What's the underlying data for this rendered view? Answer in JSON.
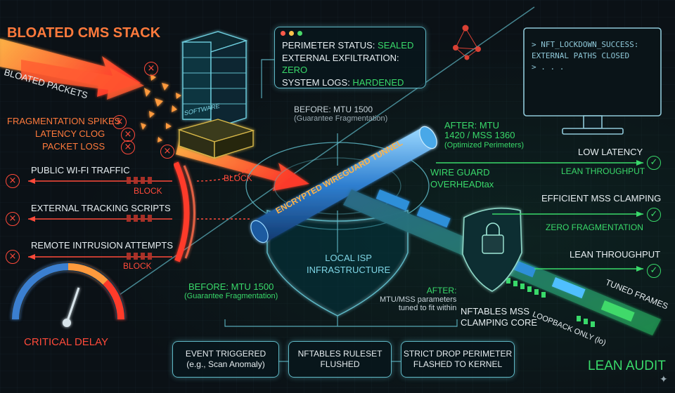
{
  "header": {
    "title": "BLOATED CMS STACK"
  },
  "left_labels": {
    "bloated_packets": "BLOATED PACKETS",
    "fragmentation_spikes": "FRAGMENTATION SPIKES",
    "latency_clog": "LATENCY CLOG",
    "packet_loss": "PACKET LOSS"
  },
  "threats": [
    {
      "label": "PUBLIC WI-FI TRAFFIC",
      "block": "BLOCK"
    },
    {
      "label": "EXTERNAL TRACKING SCRIPTS",
      "block": ""
    },
    {
      "label": "REMOTE INTRUSION ATTEMPTS",
      "block": "BLOCK"
    }
  ],
  "block_mid": "BLOCK",
  "server_label": "SOFTWARE",
  "status_panel": {
    "lines": [
      {
        "key": "PERIMETER STATUS: ",
        "value": "SEALED"
      },
      {
        "key": "EXTERNAL EXFILTRATION: ",
        "value": "ZERO"
      },
      {
        "key": "SYSTEM LOGS: ",
        "value": "HARDENED"
      }
    ]
  },
  "terminal": {
    "line1": "> NFT_LOCKDOWN_SUCCESS:",
    "line2": "  EXTERNAL PATHS CLOSED",
    "line3": "> . . ."
  },
  "mtu_before_top": {
    "line1": "BEFORE: MTU 1500",
    "line2": "(Guarantee Fragmentation)"
  },
  "mtu_after_top": {
    "line1": "AFTER: MTU",
    "line2": "1420 / MSS 1360",
    "line3": "(Optimized Perimeters)"
  },
  "tunnel_label": "ENCRYPTED WIREGUARD TUNNEL",
  "wireguard": {
    "line1": "WIRE GUARD",
    "line2": "OVERHEADtax"
  },
  "local_isp": {
    "line1": "LOCAL ISP",
    "line2": "INFRASTRUCTURE"
  },
  "mtu_before_bottom": {
    "line1": "BEFORE: MTU 1500",
    "line2": "(Guarantee Fragmentation)"
  },
  "after_bottom": {
    "line1": "AFTER:",
    "line2": "MTU/MSS parameters",
    "line3": "tuned to fit within"
  },
  "nftables_core": {
    "line1": "NFTABLES MSS",
    "line2": "CLAMPING CORE"
  },
  "loopback": "LOOPBACK ONLY (lo)",
  "right_labels": {
    "low_latency": "LOW LATENCY",
    "lean_throughput_1": "LEAN THROUGHPUT",
    "efficient_mss": "EFFICIENT MSS CLAMPING",
    "zero_fragmentation": "ZERO FRAGMENTATION",
    "lean_throughput_2": "LEAN THROUGHPUT",
    "tuned_frames": "TUNED FRAMES"
  },
  "gauge_label": "CRITICAL DELAY",
  "flow": [
    {
      "line1": "EVENT TRIGGERED",
      "line2": "(e.g., Scan Anomaly)"
    },
    {
      "line1": "NFTABLES RULESET",
      "line2": "FLUSHED"
    },
    {
      "line1": "STRICT DROP PERIMETER",
      "line2": "FLASHED TO KERNEL"
    }
  ],
  "footer_label": "LEAN AUDIT",
  "colors": {
    "orange": "#ff7a3c",
    "red": "#ff4a3a",
    "green": "#39d96a",
    "cyan": "#5fb8c6",
    "tunnel": "#4aa8e8"
  }
}
